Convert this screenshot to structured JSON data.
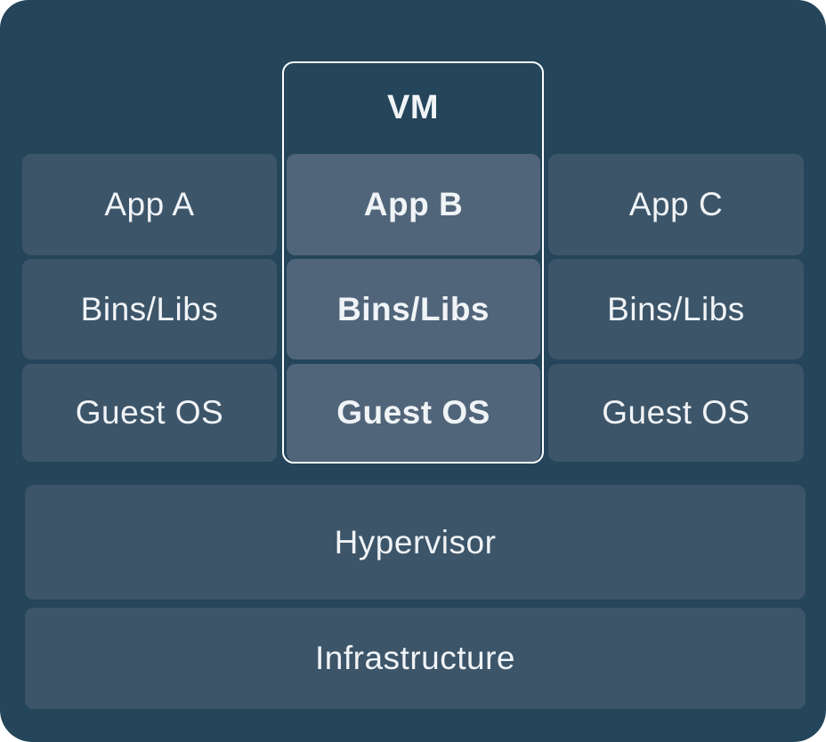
{
  "diagram": {
    "vm_label": "VM",
    "stacks": [
      {
        "name": "stack-a",
        "highlighted": false,
        "cells": [
          {
            "label": "App A"
          },
          {
            "label": "Bins/Libs"
          },
          {
            "label": "Guest OS"
          }
        ]
      },
      {
        "name": "stack-b-vm",
        "highlighted": true,
        "cells": [
          {
            "label": "App B"
          },
          {
            "label": "Bins/Libs"
          },
          {
            "label": "Guest OS"
          }
        ]
      },
      {
        "name": "stack-c",
        "highlighted": false,
        "cells": [
          {
            "label": "App C"
          },
          {
            "label": "Bins/Libs"
          },
          {
            "label": "Guest OS"
          }
        ]
      }
    ],
    "base_layers": [
      {
        "label": "Hypervisor"
      },
      {
        "label": "Infrastructure"
      }
    ],
    "colors": {
      "canvas_background": "#24455A",
      "cell_background": "#3D5569",
      "highlight_cell_background": "#51657A",
      "label_text": "#F0F4F7",
      "vm_outline": "#FCFDFD"
    }
  }
}
